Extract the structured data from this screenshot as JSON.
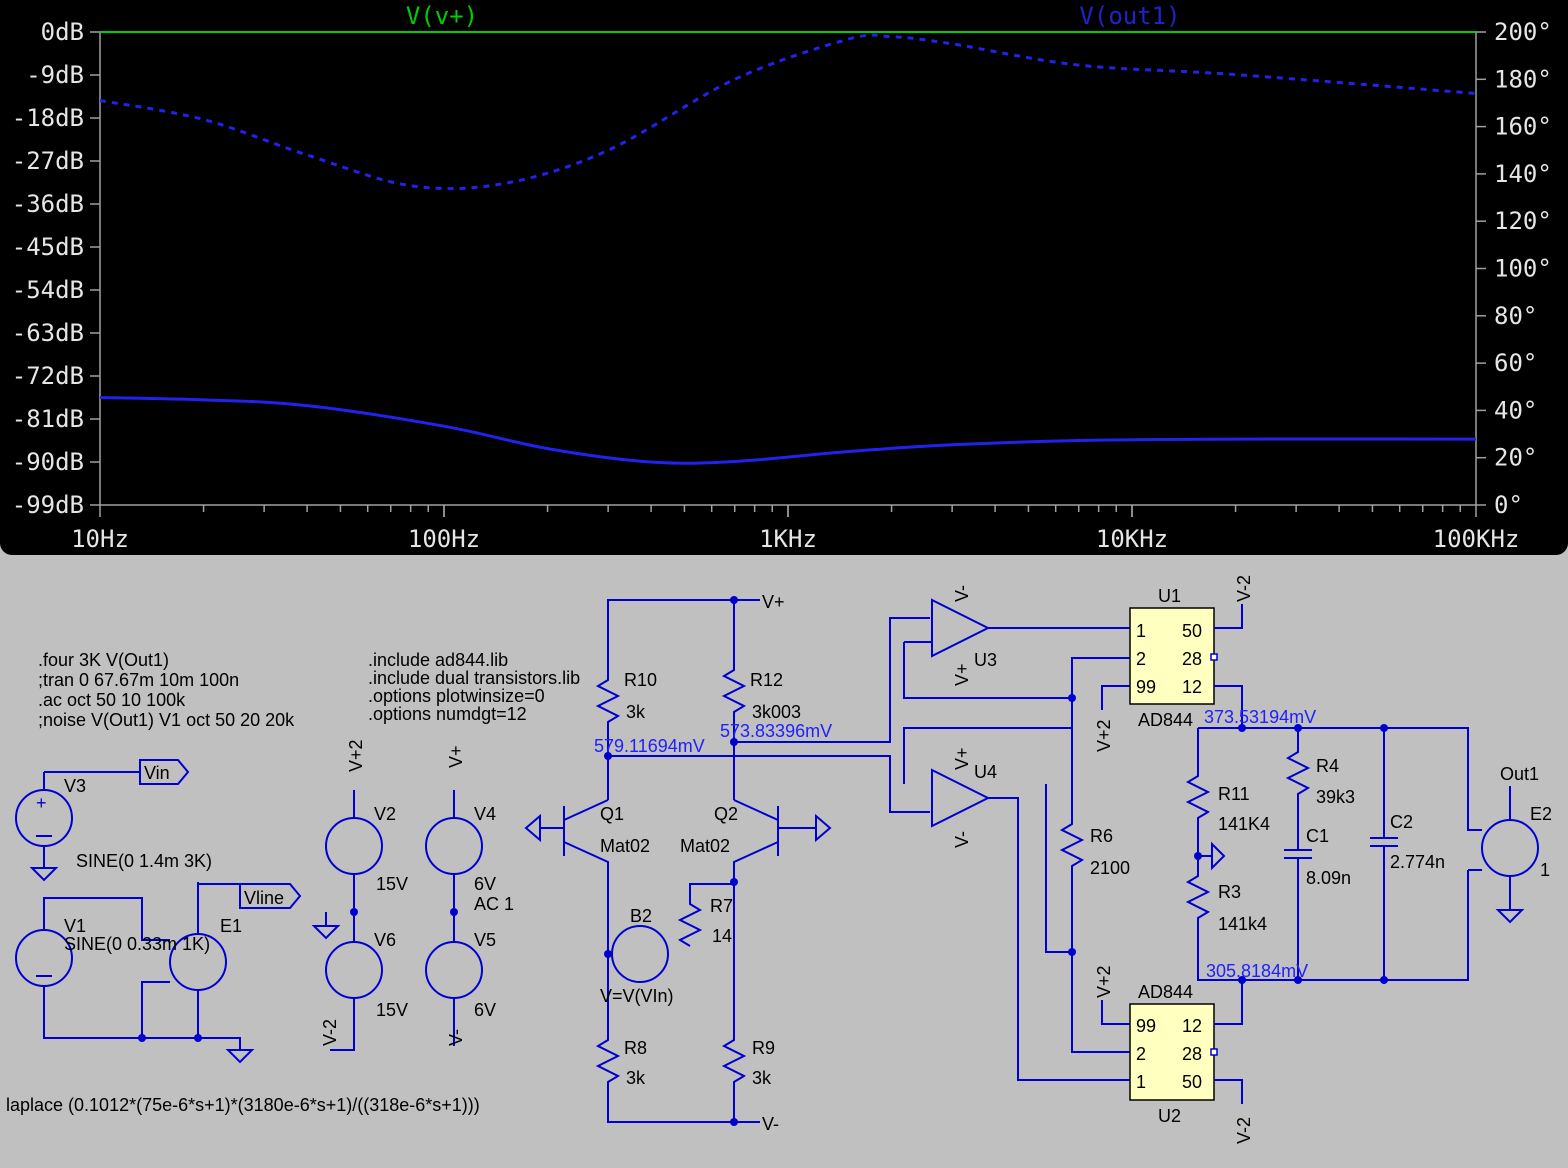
{
  "plot": {
    "trace_labels": [
      "V(v+)",
      "V(out1)"
    ],
    "trace_colors": [
      "#00cc00",
      "#2222cc"
    ],
    "left_axis_labels": [
      "0dB",
      "-9dB",
      "-18dB",
      "-27dB",
      "-36dB",
      "-45dB",
      "-54dB",
      "-63dB",
      "-72dB",
      "-81dB",
      "-90dB",
      "-99dB"
    ],
    "right_axis_labels": [
      "200°",
      "180°",
      "160°",
      "140°",
      "120°",
      "100°",
      "80°",
      "60°",
      "40°",
      "20°",
      "0°"
    ],
    "x_axis_labels": [
      "10Hz",
      "100Hz",
      "1KHz",
      "10KHz",
      "100KHz"
    ]
  },
  "chart_data": {
    "type": "line",
    "x_scale": "log",
    "xlim": [
      10,
      100000
    ],
    "ylim_left_db": [
      -99,
      0
    ],
    "ylim_right_deg": [
      0,
      200
    ],
    "x_labels": [
      "10Hz",
      "100Hz",
      "1KHz",
      "10KHz",
      "100KHz"
    ],
    "series": [
      {
        "name": "V(out1)",
        "style": "solid",
        "axis": "left",
        "unit": "dB",
        "x": [
          10,
          20,
          40,
          100,
          200,
          400,
          700,
          1500,
          3000,
          7000,
          20000,
          100000
        ],
        "y": [
          -76.5,
          -77.0,
          -78.2,
          -82.5,
          -87.2,
          -90.0,
          -89.9,
          -87.8,
          -86.4,
          -85.5,
          -85.2,
          -85.2
        ]
      },
      {
        "name": "V(out1)",
        "style": "dashed",
        "axis": "right",
        "unit": "deg",
        "x": [
          10,
          20,
          40,
          80,
          150,
          300,
          700,
          1500,
          2000,
          3000,
          7000,
          20000,
          100000
        ],
        "y": [
          171,
          163,
          148,
          135,
          136,
          150,
          180,
          197,
          198,
          195,
          186,
          182,
          174
        ]
      }
    ]
  },
  "schematic": {
    "directives_left": [
      ".four 3K V(Out1)",
      ";tran 0 67.67m 10m 100n",
      ".ac oct 50 10 100k",
      ";noise V(Out1) V1 oct 50 20 20k"
    ],
    "directives_mid": [
      ".include ad844.lib",
      ".include dual transistors.lib",
      ".options plotwinsize=0",
      ".options numdgt=12"
    ],
    "laplace": "laplace (0.1012*(75e-6*s+1)*(3180e-6*s+1)/((318e-6*s+1)))",
    "labels": {
      "v3": "V3",
      "vin": "Vin",
      "sine_v3": "SINE(0 1.4m 3K)",
      "v1": "V1",
      "sine_v1": "SINE(0 0.33m 1K)",
      "e1": "E1",
      "vline": "Vline",
      "v2": "V2",
      "v2_val": "15V",
      "v6": "V6",
      "v6_val": "15V",
      "v4": "V4",
      "v4_val": "6V",
      "v4_ac": "AC 1",
      "v5": "V5",
      "v5_val": "6V",
      "vplus2": "V+2",
      "vplus": "V+",
      "vminus2": "V-2",
      "vminus": "V-",
      "r10": "R10",
      "r10_val": "3k",
      "r12": "R12",
      "r12_val": "3k003",
      "q1": "Q1",
      "q1_model": "Mat02",
      "q2": "Q2",
      "q2_model": "Mat02",
      "b2": "B2",
      "b2_expr": "V=V(VIn)",
      "r7": "R7",
      "r7_val": "14",
      "r8": "R8",
      "r8_val": "3k",
      "r9": "R9",
      "r9_val": "3k",
      "u3": "U3",
      "u4": "U4",
      "u1": "U1",
      "u2": "U2",
      "ad844": "AD844",
      "r6": "R6",
      "r6_val": "2100",
      "r11": "R11",
      "r11_val": "141K4",
      "r3": "R3",
      "r3_val": "141k4",
      "r4": "R4",
      "r4_val": "39k3",
      "c1": "C1",
      "c1_val": "8.09n",
      "c2": "C2",
      "c2_val": "2.774n",
      "out1": "Out1",
      "e2": "E2",
      "e2_val": "1",
      "pin1": "1",
      "pin2": "2",
      "pin99": "99",
      "pin50": "50",
      "pin28": "28",
      "pin12": "12"
    },
    "voltages": {
      "node_a": "579.11694mV",
      "node_b": "573.83396mV",
      "node_c": "373.53194mV",
      "node_d": "305.8184mV"
    }
  }
}
